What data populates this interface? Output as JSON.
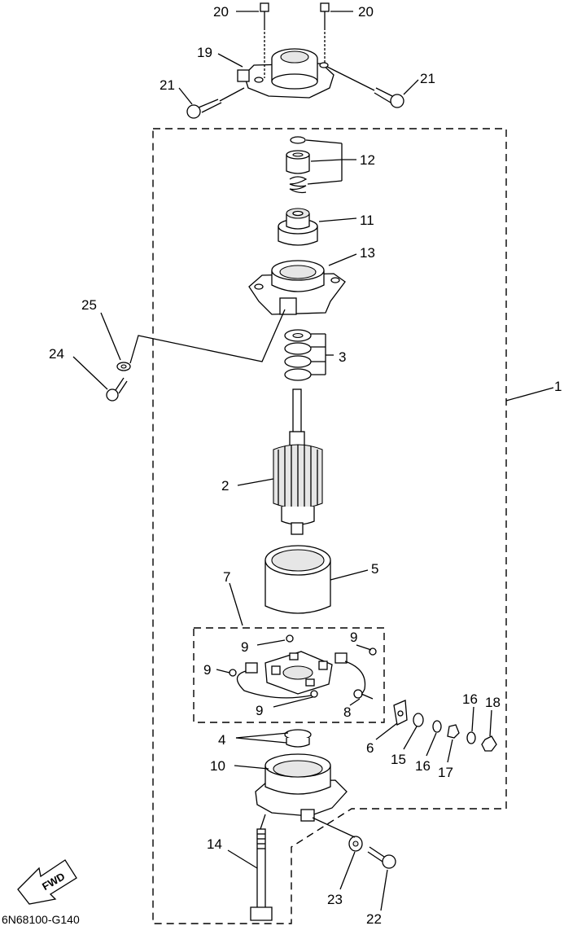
{
  "diagram_code": "6N68100-G140",
  "fwd_label": "FWD",
  "labels": {
    "p1": "1",
    "p2": "2",
    "p3": "3",
    "p4": "4",
    "p5": "5",
    "p6": "6",
    "p7": "7",
    "p8": "8",
    "p9a": "9",
    "p9b": "9",
    "p9c": "9",
    "p9d": "9",
    "p10": "10",
    "p11": "11",
    "p12": "12",
    "p13": "13",
    "p14": "14",
    "p15": "15",
    "p16a": "16",
    "p16b": "16",
    "p17": "17",
    "p18": "18",
    "p19": "19",
    "p20a": "20",
    "p20b": "20",
    "p21a": "21",
    "p21b": "21",
    "p22": "22",
    "p23": "23",
    "p24": "24",
    "p25": "25"
  }
}
